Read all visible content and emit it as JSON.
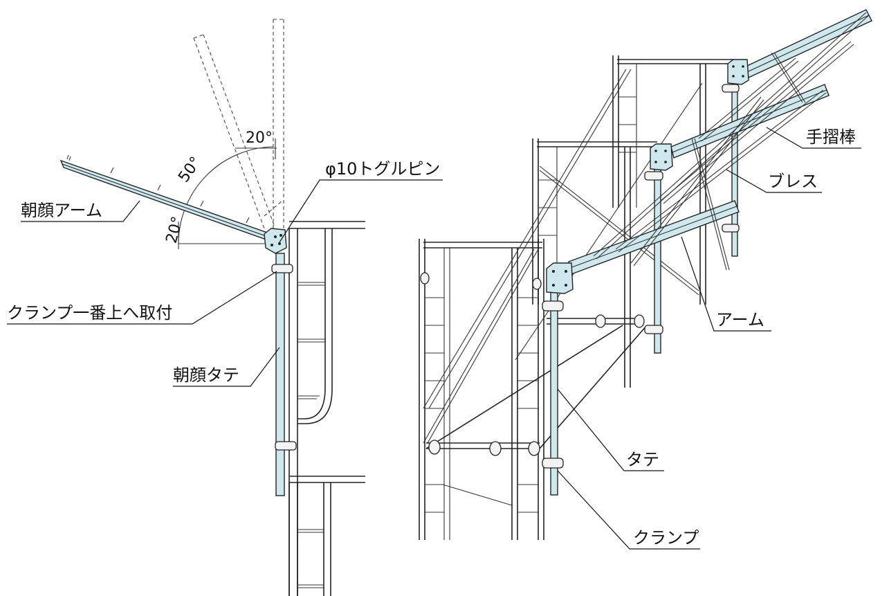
{
  "left_diagram": {
    "labels": {
      "arm": "朝顔アーム",
      "pin": "φ10トグルピン",
      "clamp_top": "クランプ一番上へ取付",
      "post": "朝顔タテ"
    },
    "angles": {
      "a1": "20°",
      "a2": "50°",
      "a3": "20°"
    }
  },
  "right_diagram": {
    "labels": {
      "handrail": "手摺棒",
      "brace": "ブレス",
      "arm": "アーム",
      "post": "タテ",
      "clamp": "クランプ"
    }
  },
  "colors": {
    "component_fill": "#cfe8ee",
    "line": "#222222"
  }
}
